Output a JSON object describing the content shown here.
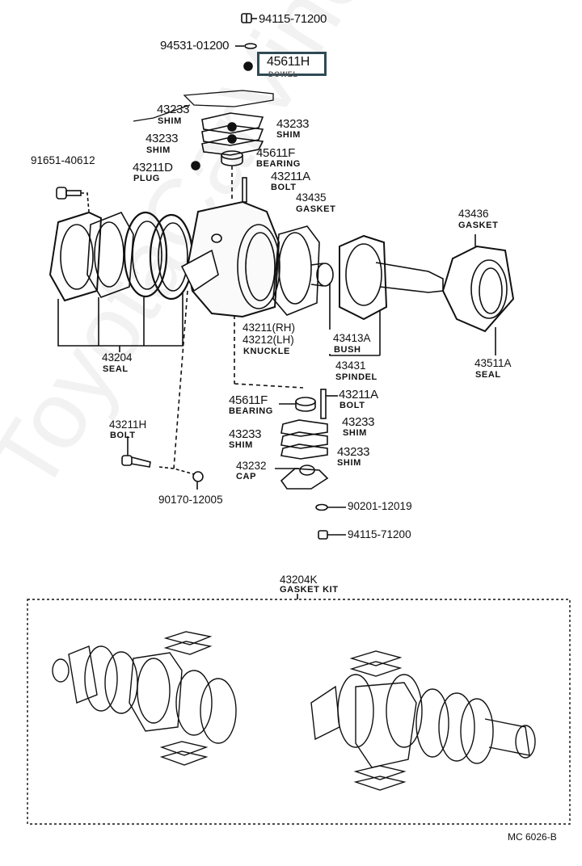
{
  "diagram": {
    "watermark": "ToyotaCarVine.ru",
    "highlight_color": "#2f4a56",
    "code": "MC  6026-B",
    "parts": [
      {
        "id": "nut-top",
        "number": "94115-71200"
      },
      {
        "id": "washer-top",
        "number": "94531-01200"
      },
      {
        "id": "dowel",
        "number": "45611H",
        "name": "DOWEL",
        "highlighted": true
      },
      {
        "id": "shim-a",
        "number": "43233",
        "name": "SHIM"
      },
      {
        "id": "shim-b",
        "number": "43233",
        "name": "SHIM"
      },
      {
        "id": "shim-c",
        "number": "43233",
        "name": "SHIM"
      },
      {
        "id": "bearing-top",
        "number": "45611F",
        "name": "BEARING"
      },
      {
        "id": "plug",
        "number": "43211D",
        "name": "PLUG"
      },
      {
        "id": "bolt-top",
        "number": "43211A",
        "name": "BOLT"
      },
      {
        "id": "bolt-seal",
        "number": "91651-40612"
      },
      {
        "id": "gasket-a",
        "number": "43435",
        "name": "GASKET"
      },
      {
        "id": "gasket-b",
        "number": "43436",
        "name": "GASKET"
      },
      {
        "id": "knuckle",
        "number": "43211(RH)",
        "number2": "43212(LH)",
        "name": "KNUCKLE"
      },
      {
        "id": "bush",
        "number": "43413A",
        "name": "BUSH"
      },
      {
        "id": "spindel",
        "number": "43431",
        "name": "SPINDEL"
      },
      {
        "id": "seal-outer",
        "number": "43511A",
        "name": "SEAL"
      },
      {
        "id": "seal-set",
        "number": "43204",
        "name": "SEAL"
      },
      {
        "id": "bearing-bottom",
        "number": "45611F",
        "name": "BEARING"
      },
      {
        "id": "bolt-bottom",
        "number": "43211A",
        "name": "BOLT"
      },
      {
        "id": "shim-d",
        "number": "43233",
        "name": "SHIM"
      },
      {
        "id": "shim-e",
        "number": "43233",
        "name": "SHIM"
      },
      {
        "id": "shim-f",
        "number": "43233",
        "name": "SHIM"
      },
      {
        "id": "cap",
        "number": "43232",
        "name": "CAP"
      },
      {
        "id": "bolt-h",
        "number": "43211H",
        "name": "BOLT"
      },
      {
        "id": "nut-knuckle",
        "number": "90170-12005"
      },
      {
        "id": "washer-bottom",
        "number": "90201-12019"
      },
      {
        "id": "nut-bottom",
        "number": "94115-71200"
      },
      {
        "id": "gasket-kit",
        "number": "43204K",
        "name": "GASKET KIT"
      }
    ]
  }
}
